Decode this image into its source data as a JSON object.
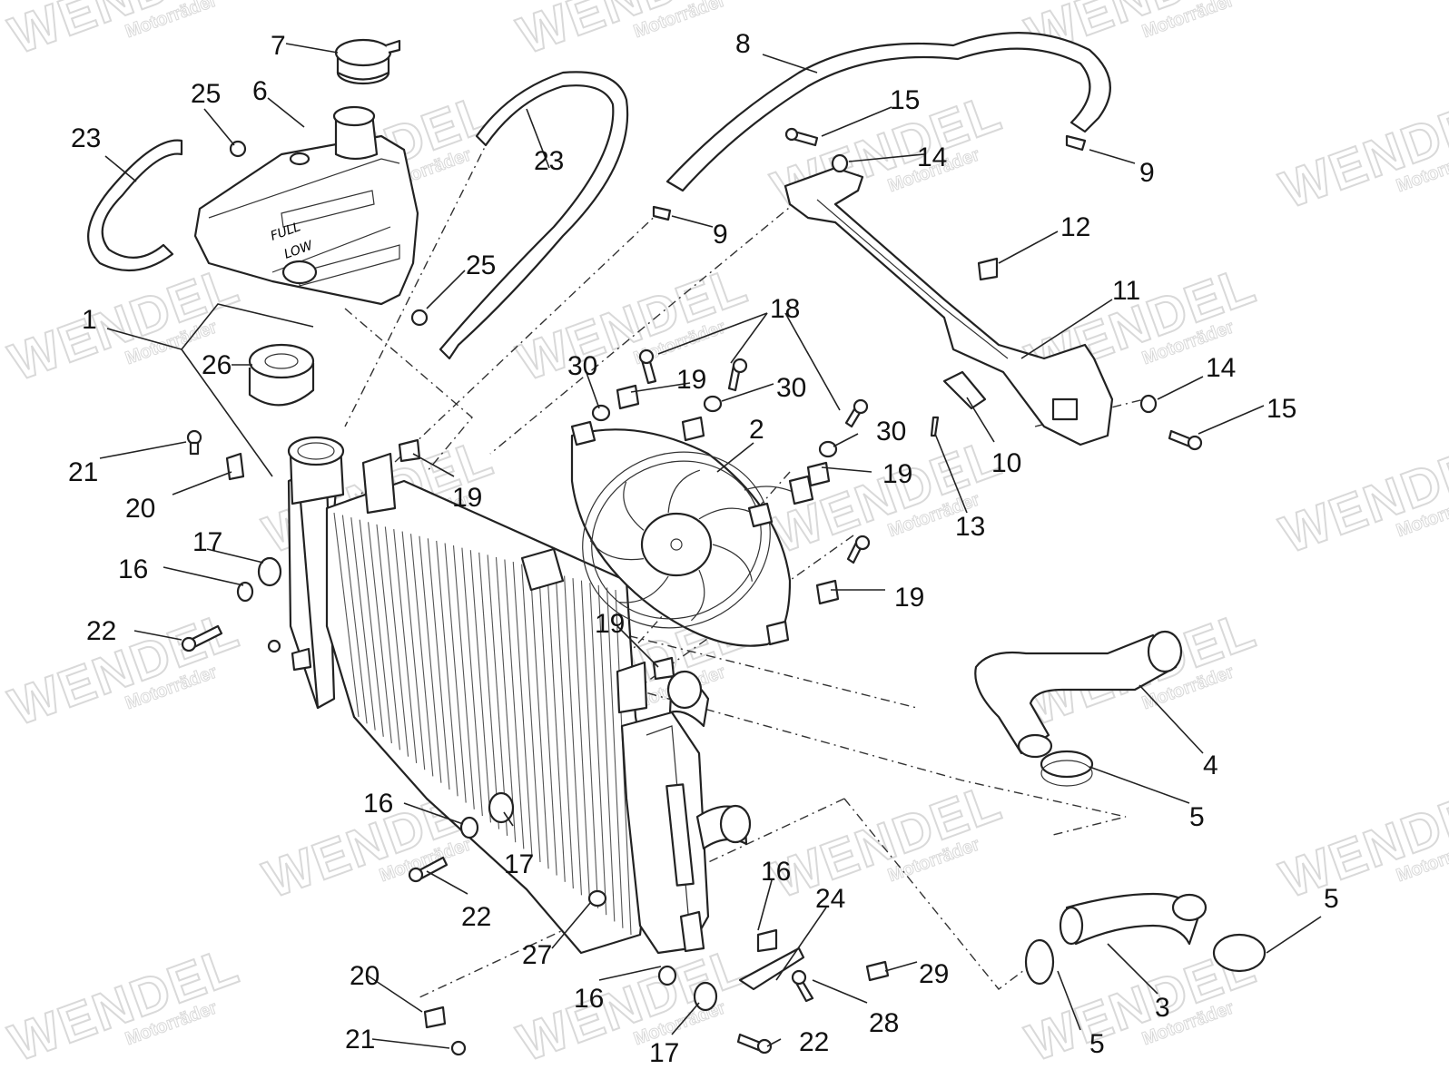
{
  "watermark": {
    "brand": "WENDEL",
    "sub": "Motorräder"
  },
  "tank_markings": {
    "full": "FULL",
    "low": "LOW"
  },
  "callouts": [
    "1",
    "2",
    "3",
    "4",
    "5",
    "5",
    "5",
    "6",
    "7",
    "8",
    "9",
    "9",
    "10",
    "11",
    "12",
    "13",
    "14",
    "14",
    "15",
    "15",
    "16",
    "16",
    "16",
    "16",
    "17",
    "17",
    "17",
    "18",
    "19",
    "19",
    "19",
    "19",
    "19",
    "20",
    "20",
    "21",
    "21",
    "22",
    "22",
    "22",
    "23",
    "23",
    "24",
    "25",
    "25",
    "26",
    "27",
    "28",
    "29",
    "30",
    "30",
    "30"
  ]
}
